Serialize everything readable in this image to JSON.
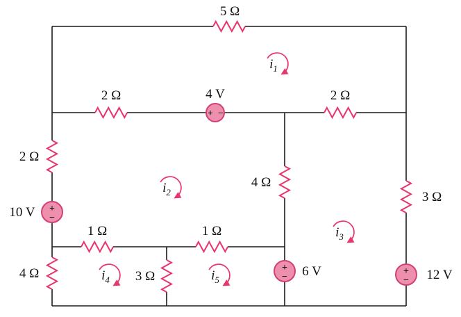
{
  "diagram": {
    "kind": "circuit-mesh-analysis",
    "mesh_count": "5"
  },
  "colors": {
    "wire": "#1a1a1a",
    "component": "#e8356d",
    "source_fill": "#ef8fae",
    "source_stroke": "#d14077"
  },
  "resistors": {
    "top": "5 Ω",
    "mid_left": "2 Ω",
    "mid_right": "2 Ω",
    "left_upper": "2 Ω",
    "center": "4 Ω",
    "right": "3 Ω",
    "lower_left": "1 Ω",
    "lower_right": "1 Ω",
    "bottom_left": "4 Ω",
    "bottom_mid": "3 Ω"
  },
  "sources": {
    "v4": {
      "label": "4 V",
      "plus": "+",
      "minus": "−"
    },
    "v10": {
      "label": "10 V",
      "plus": "+",
      "minus": "−"
    },
    "v6": {
      "label": "6 V",
      "plus": "+",
      "minus": "−"
    },
    "v12": {
      "label": "12 V",
      "plus": "+",
      "minus": "−"
    }
  },
  "meshes": {
    "i1": {
      "symbol": "i",
      "sub": "1"
    },
    "i2": {
      "symbol": "i",
      "sub": "2"
    },
    "i3": {
      "symbol": "i",
      "sub": "3"
    },
    "i4": {
      "symbol": "i",
      "sub": "4"
    },
    "i5": {
      "symbol": "i",
      "sub": "5"
    }
  }
}
